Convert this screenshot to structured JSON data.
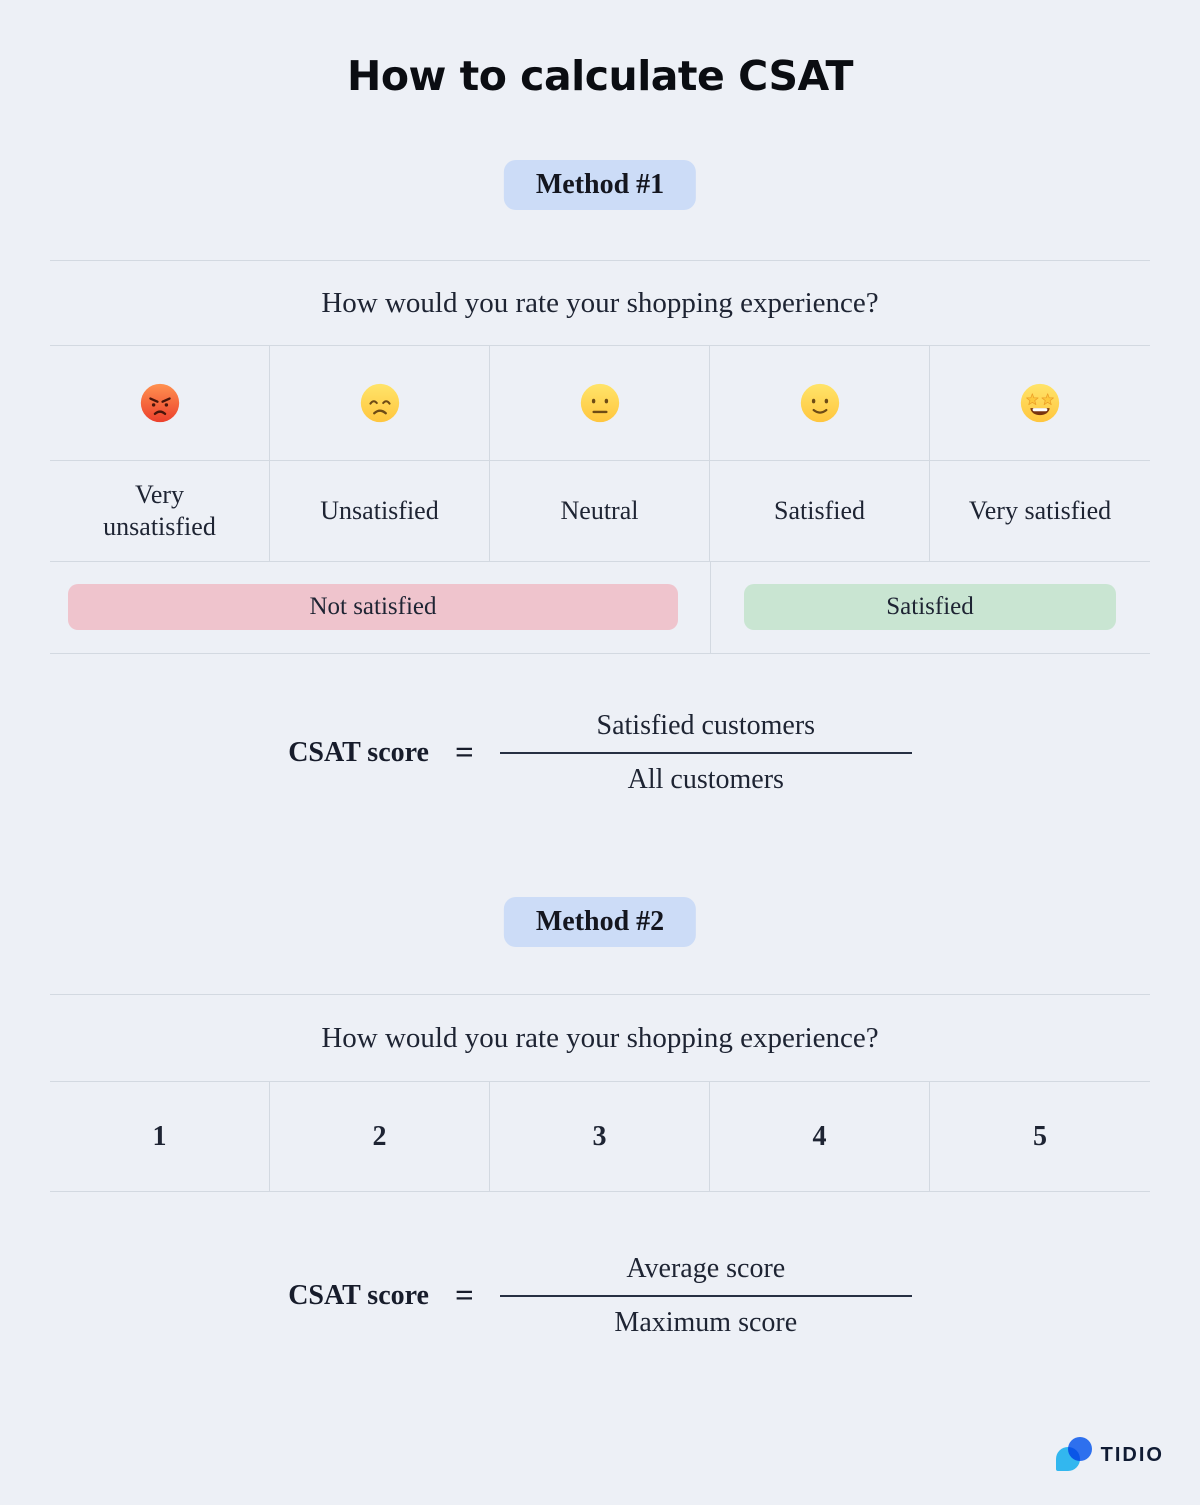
{
  "title": "How to calculate CSAT",
  "method1": {
    "badge": "Method #1",
    "question": "How would you rate your shopping experience?",
    "options": [
      {
        "label": "Very unsatisfied",
        "emoji": "angry-face"
      },
      {
        "label": "Unsatisfied",
        "emoji": "disappointed-face"
      },
      {
        "label": "Neutral",
        "emoji": "neutral-face"
      },
      {
        "label": "Satisfied",
        "emoji": "slightly-smiling-face"
      },
      {
        "label": "Very satisfied",
        "emoji": "star-struck-face"
      }
    ],
    "groups": [
      {
        "label": "Not satisfied",
        "color": "#efc4cd"
      },
      {
        "label": "Satisfied",
        "color": "#c9e5d2"
      }
    ],
    "formula": {
      "label": "CSAT score",
      "equals": "=",
      "numerator": "Satisfied customers",
      "denominator": "All customers"
    }
  },
  "method2": {
    "badge": "Method #2",
    "question": "How would you rate your shopping experience?",
    "scale": [
      "1",
      "2",
      "3",
      "4",
      "5"
    ],
    "formula": {
      "label": "CSAT score",
      "equals": "=",
      "numerator": "Average score",
      "denominator": "Maximum score"
    }
  },
  "footer": {
    "brand": "TIDIO"
  },
  "colors": {
    "background": "#edf0f6",
    "grid_line": "#d3d9e1",
    "badge_blue": "#ccdcf7",
    "not_satisfied_pink": "#efc4cd",
    "satisfied_green": "#c9e5d2",
    "brand_dark_blue": "#2e70ee",
    "brand_light_blue": "#35c3f8",
    "text": "#1e2433"
  }
}
